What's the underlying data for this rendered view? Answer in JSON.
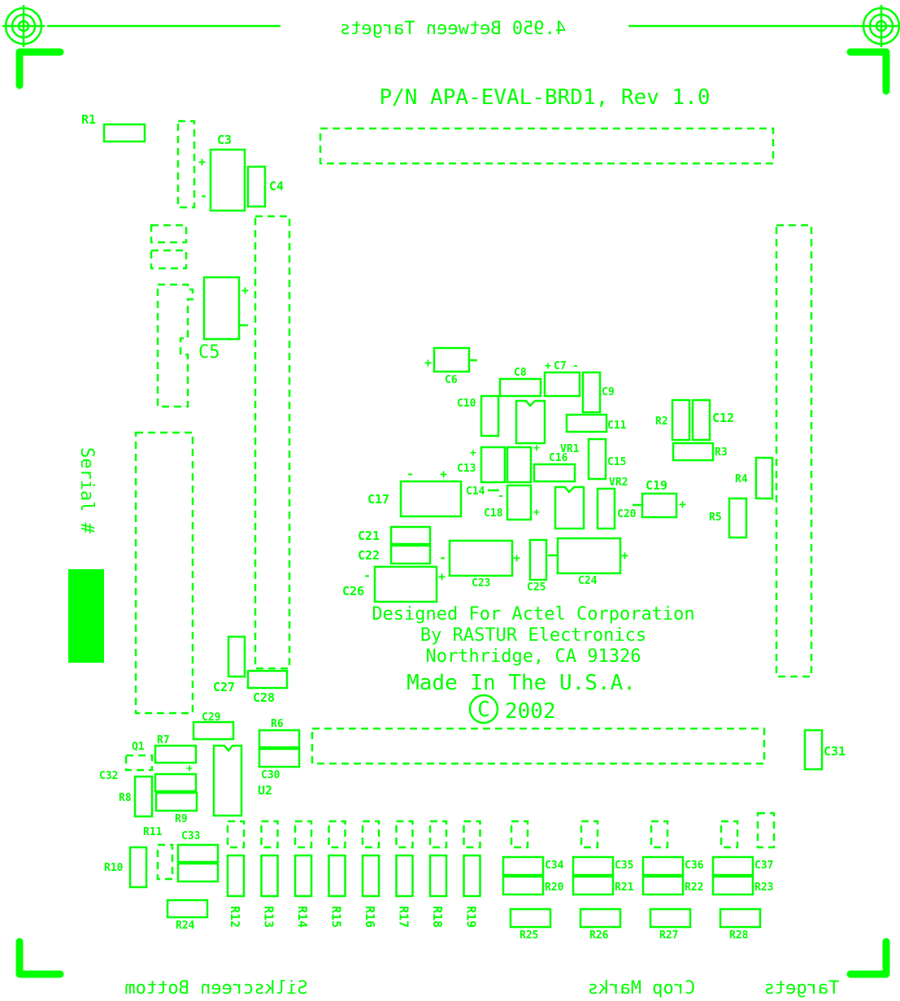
{
  "header": {
    "targets_distance": "4.950 Between Targets",
    "part_number": "P/N APA-EVAL-BRD1, Rev 1.0"
  },
  "credits": {
    "line1": "Designed For Actel Corporation",
    "line2": "By RASTUR Electronics",
    "line3": "Northridge, CA 91326",
    "line4": "Made In The U.S.A.",
    "copyright_symbol": "C",
    "year": "2002"
  },
  "serial": {
    "label": "Serial #"
  },
  "footer": {
    "silkscreen": "Silkscreen Bottom",
    "crop_marks": "Crop Marks",
    "targets": "Targets"
  },
  "designators": {
    "R1": "R1",
    "R2": "R2",
    "R3": "R3",
    "R4": "R4",
    "R5": "R5",
    "R6": "R6",
    "R7": "R7",
    "R8": "R8",
    "R9": "R9",
    "R10": "R10",
    "R11": "R11",
    "R12": "R12",
    "R13": "R13",
    "R14": "R14",
    "R15": "R15",
    "R16": "R16",
    "R17": "R17",
    "R18": "R18",
    "R19": "R19",
    "R20": "R20",
    "R21": "R21",
    "R22": "R22",
    "R23": "R23",
    "R24": "R24",
    "R25": "R25",
    "R26": "R26",
    "R27": "R27",
    "R28": "R28",
    "C3": "C3",
    "C4": "C4",
    "C5": "C5",
    "C6": "C6",
    "C7": "C7",
    "C8": "C8",
    "C9": "C9",
    "C10": "C10",
    "C11": "C11",
    "C12": "C12",
    "C13": "C13",
    "C14": "C14",
    "C15": "C15",
    "C16": "C16",
    "C17": "C17",
    "C18": "C18",
    "C19": "C19",
    "C20": "C20",
    "C21": "C21",
    "C22": "C22",
    "C23": "C23",
    "C24": "C24",
    "C25": "C25",
    "C26": "C26",
    "C27": "C27",
    "C28": "C28",
    "C29": "C29",
    "C30": "C30",
    "C31": "C31",
    "C32": "C32",
    "C33": "C33",
    "C34": "C34",
    "C35": "C35",
    "C36": "C36",
    "C37": "C37",
    "VR1": "VR1",
    "VR2": "VR2",
    "Q1": "Q1",
    "U2": "U2"
  },
  "colors": {
    "silkscreen": "#00ff00",
    "background": "#ffffff"
  }
}
